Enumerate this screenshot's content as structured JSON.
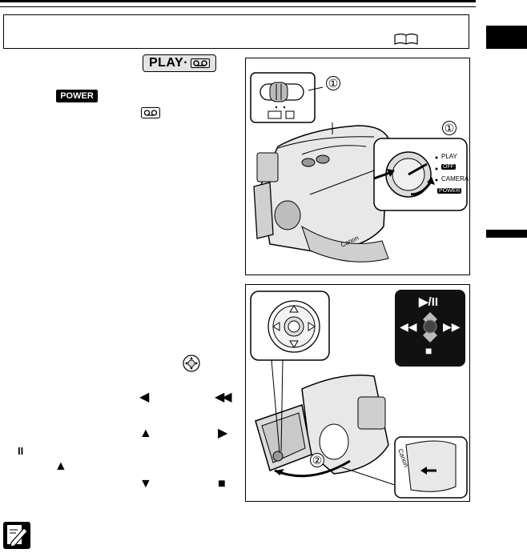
{
  "header": {
    "book_icon": "book-reference-icon"
  },
  "mode_badge": {
    "text": "PLAY·",
    "icon": "tape-icon"
  },
  "power_badge": {
    "text": "POWER"
  },
  "figure1": {
    "callout_a": "①",
    "callout_b": "①",
    "dial_labels": {
      "play": "PLAY",
      "off": "OFF",
      "camera": "CAMERA",
      "power": "POWER"
    },
    "brand": "Canon"
  },
  "figure2": {
    "callout": "②",
    "panel_symbols": {
      "play_pause": "▶/II",
      "rewind": "◀◀",
      "ffwd": "▶▶",
      "stop": "■"
    },
    "brand": "Canon"
  },
  "steps": {
    "left_arrow": "◀",
    "rew_sym": "◀◀",
    "up_arrow": "▲",
    "play_sym": "▶",
    "pause_sym": "II",
    "up_arrow2": "▲",
    "down_arrow": "▼",
    "stop_sym": "■"
  }
}
